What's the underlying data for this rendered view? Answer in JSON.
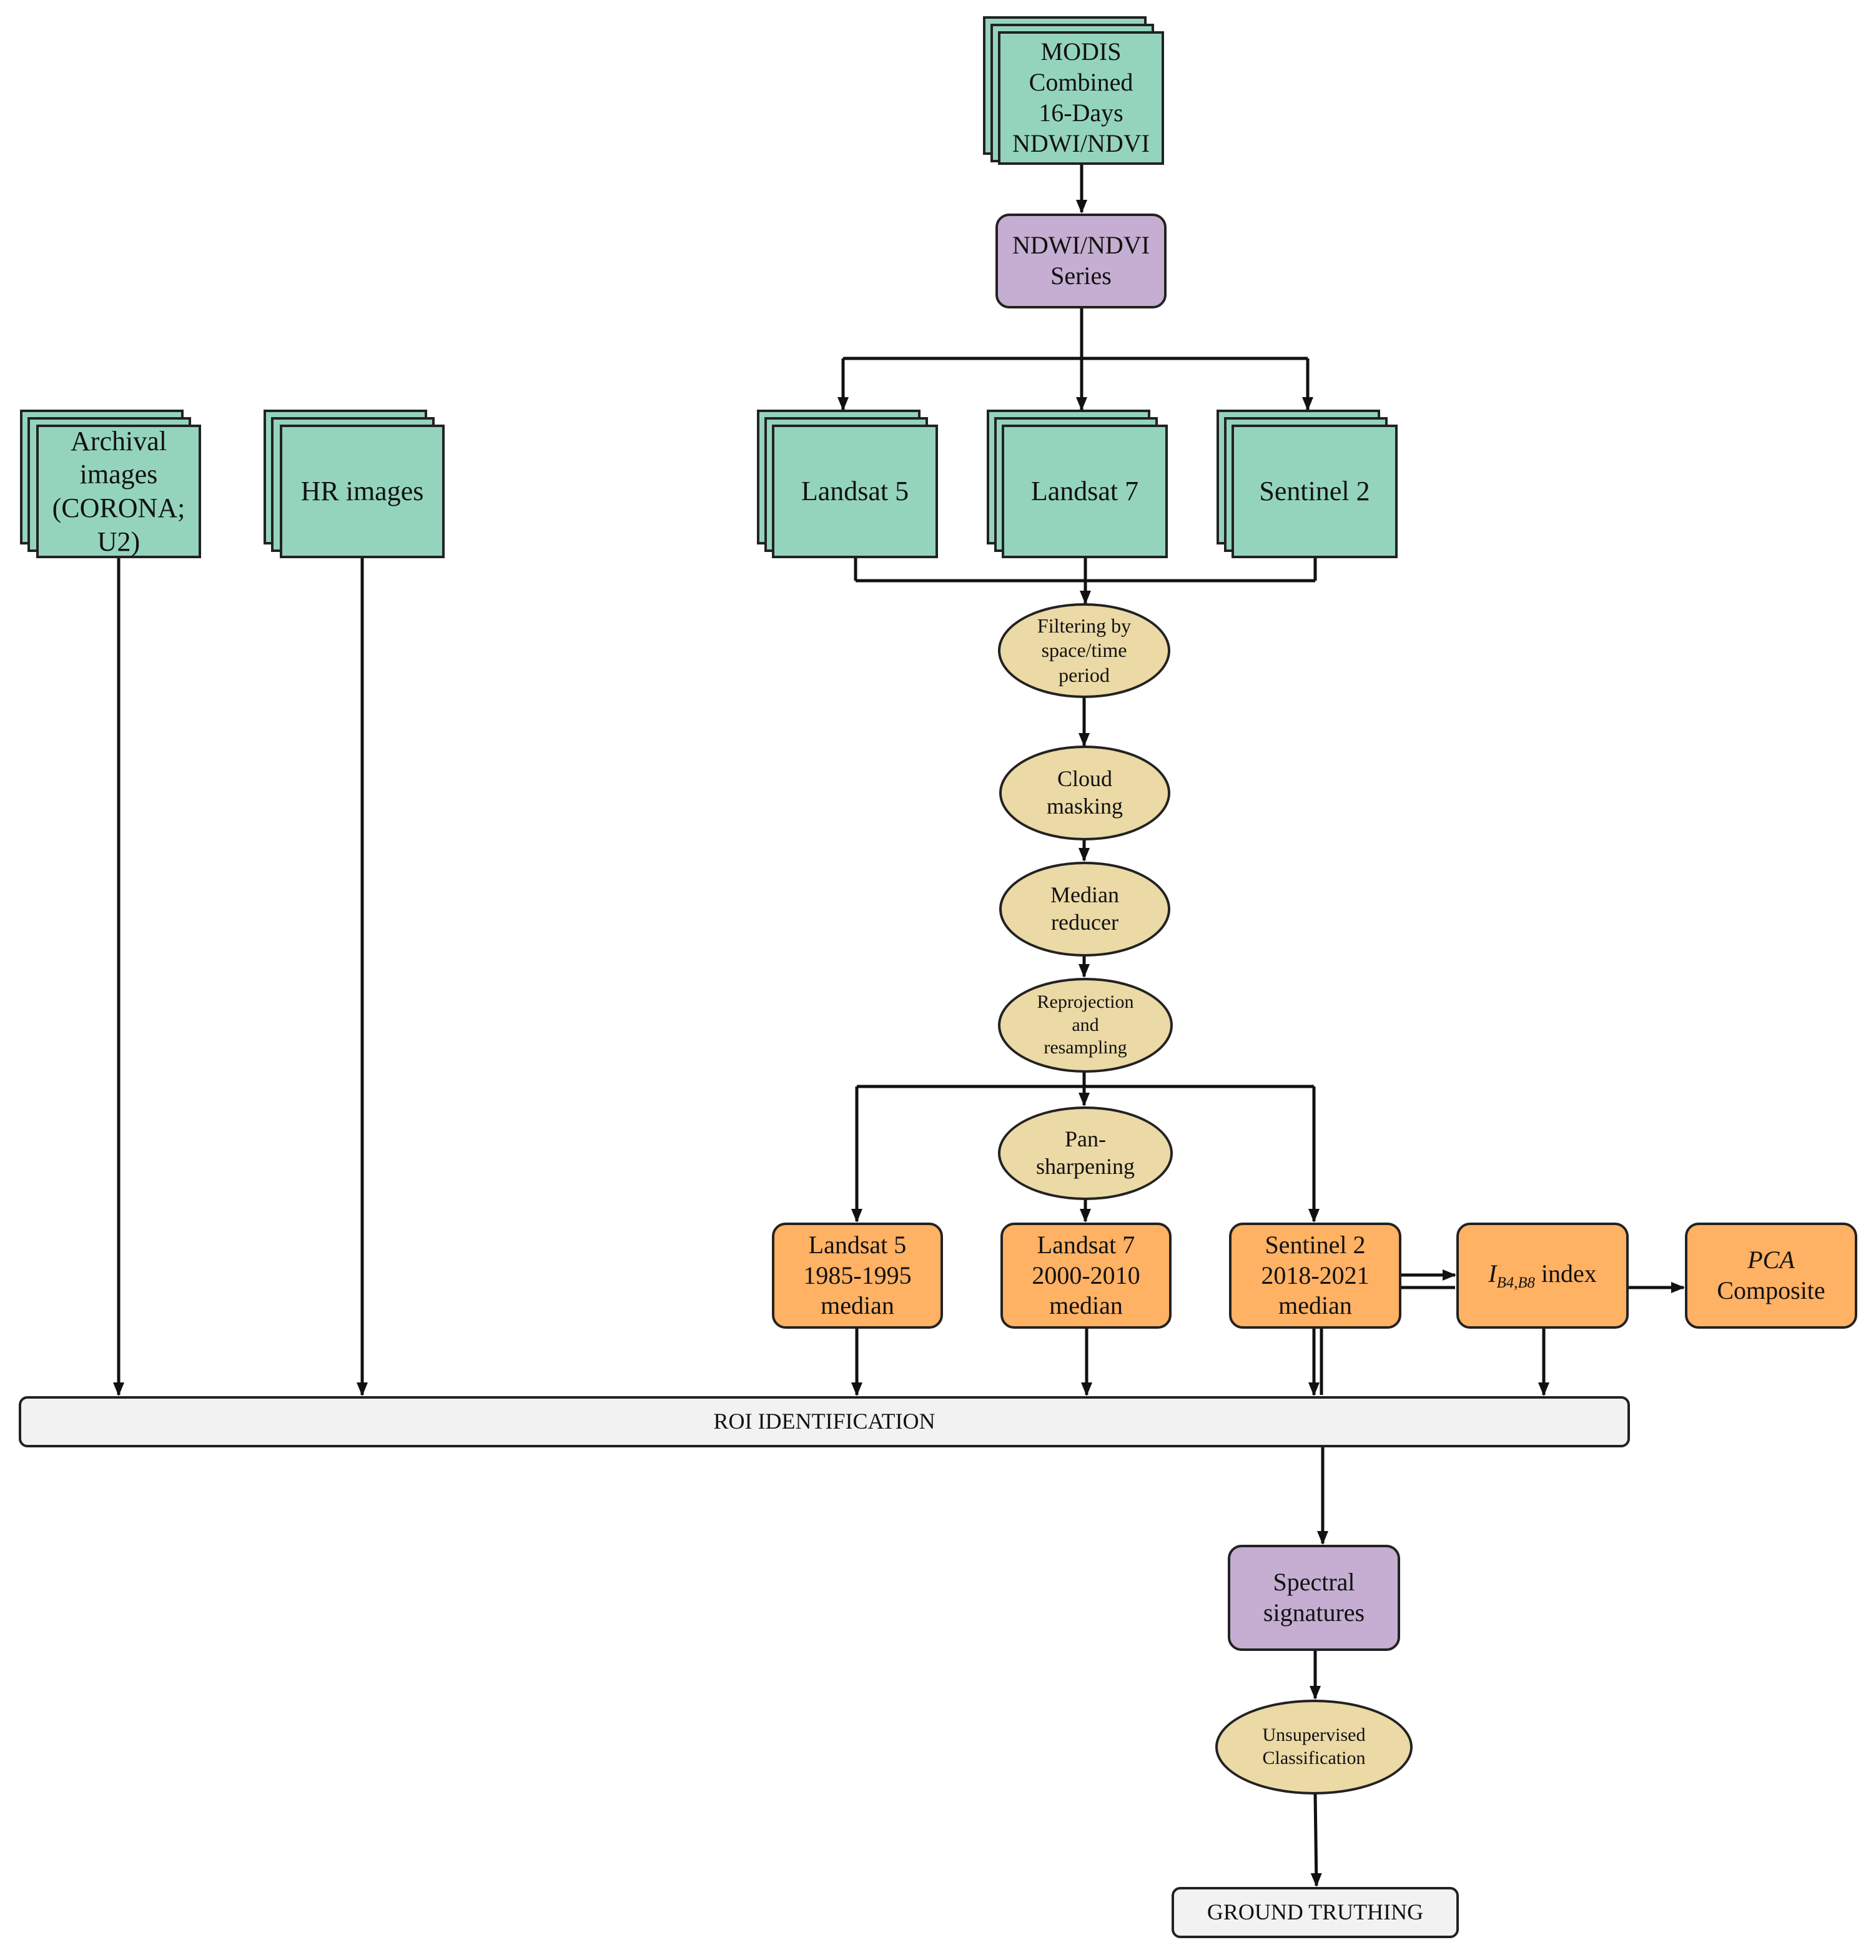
{
  "nodes": {
    "modis": [
      "MODIS",
      "Combined",
      "16-Days",
      "NDWI/NDVI"
    ],
    "ndwi_series": [
      "NDWI/NDVI",
      "Series"
    ],
    "archival": [
      "Archival",
      "images",
      "(CORONA;",
      "U2)"
    ],
    "hr_images": "HR images",
    "landsat5": "Landsat 5",
    "landsat7": "Landsat 7",
    "sentinel2": "Sentinel 2",
    "filtering": [
      "Filtering by",
      "space/time",
      "period"
    ],
    "cloud": [
      "Cloud",
      "masking"
    ],
    "median": [
      "Median",
      "reducer"
    ],
    "reprojection": [
      "Reprojection",
      "and",
      "resampling"
    ],
    "pansharpening": [
      "Pan-",
      "sharpening"
    ],
    "l5_median": [
      "Landsat 5",
      "1985-1995",
      "median"
    ],
    "l7_median": [
      "Landsat 7",
      "2000-2010",
      "median"
    ],
    "s2_median": [
      "Sentinel 2",
      "2018-2021",
      "median"
    ],
    "index": {
      "symbol": "I",
      "subscript": "B4,B8",
      "label": "index"
    },
    "pca": [
      "PCA",
      "Composite"
    ],
    "roi": "ROI IDENTIFICATION",
    "spectral": [
      "Spectral",
      "signatures"
    ],
    "unsupervised": [
      "Unsupervised",
      "Classification"
    ],
    "ground_truthing": "GROUND TRUTHING"
  }
}
